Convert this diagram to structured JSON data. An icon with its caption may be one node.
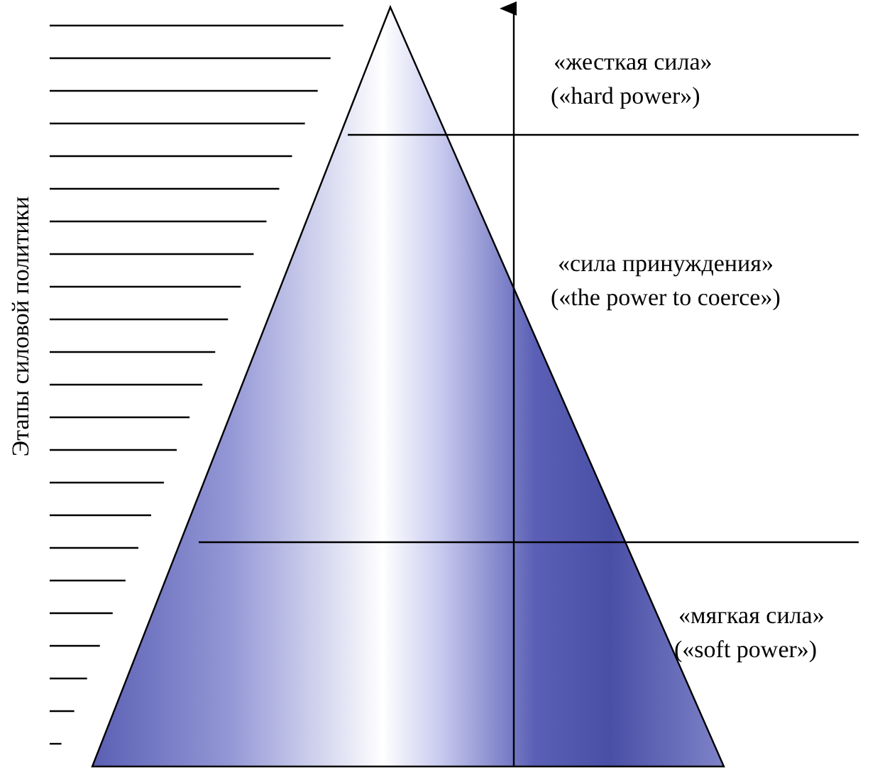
{
  "diagram": {
    "labels": [
      "Этапы силовой политики",
      "«жесткая сила»",
      "(«hard power»)",
      "«сила принуждения»",
      "(«the power to coerce»)",
      "«мягкая сила»",
      "(«soft power»)"
    ]
  }
}
